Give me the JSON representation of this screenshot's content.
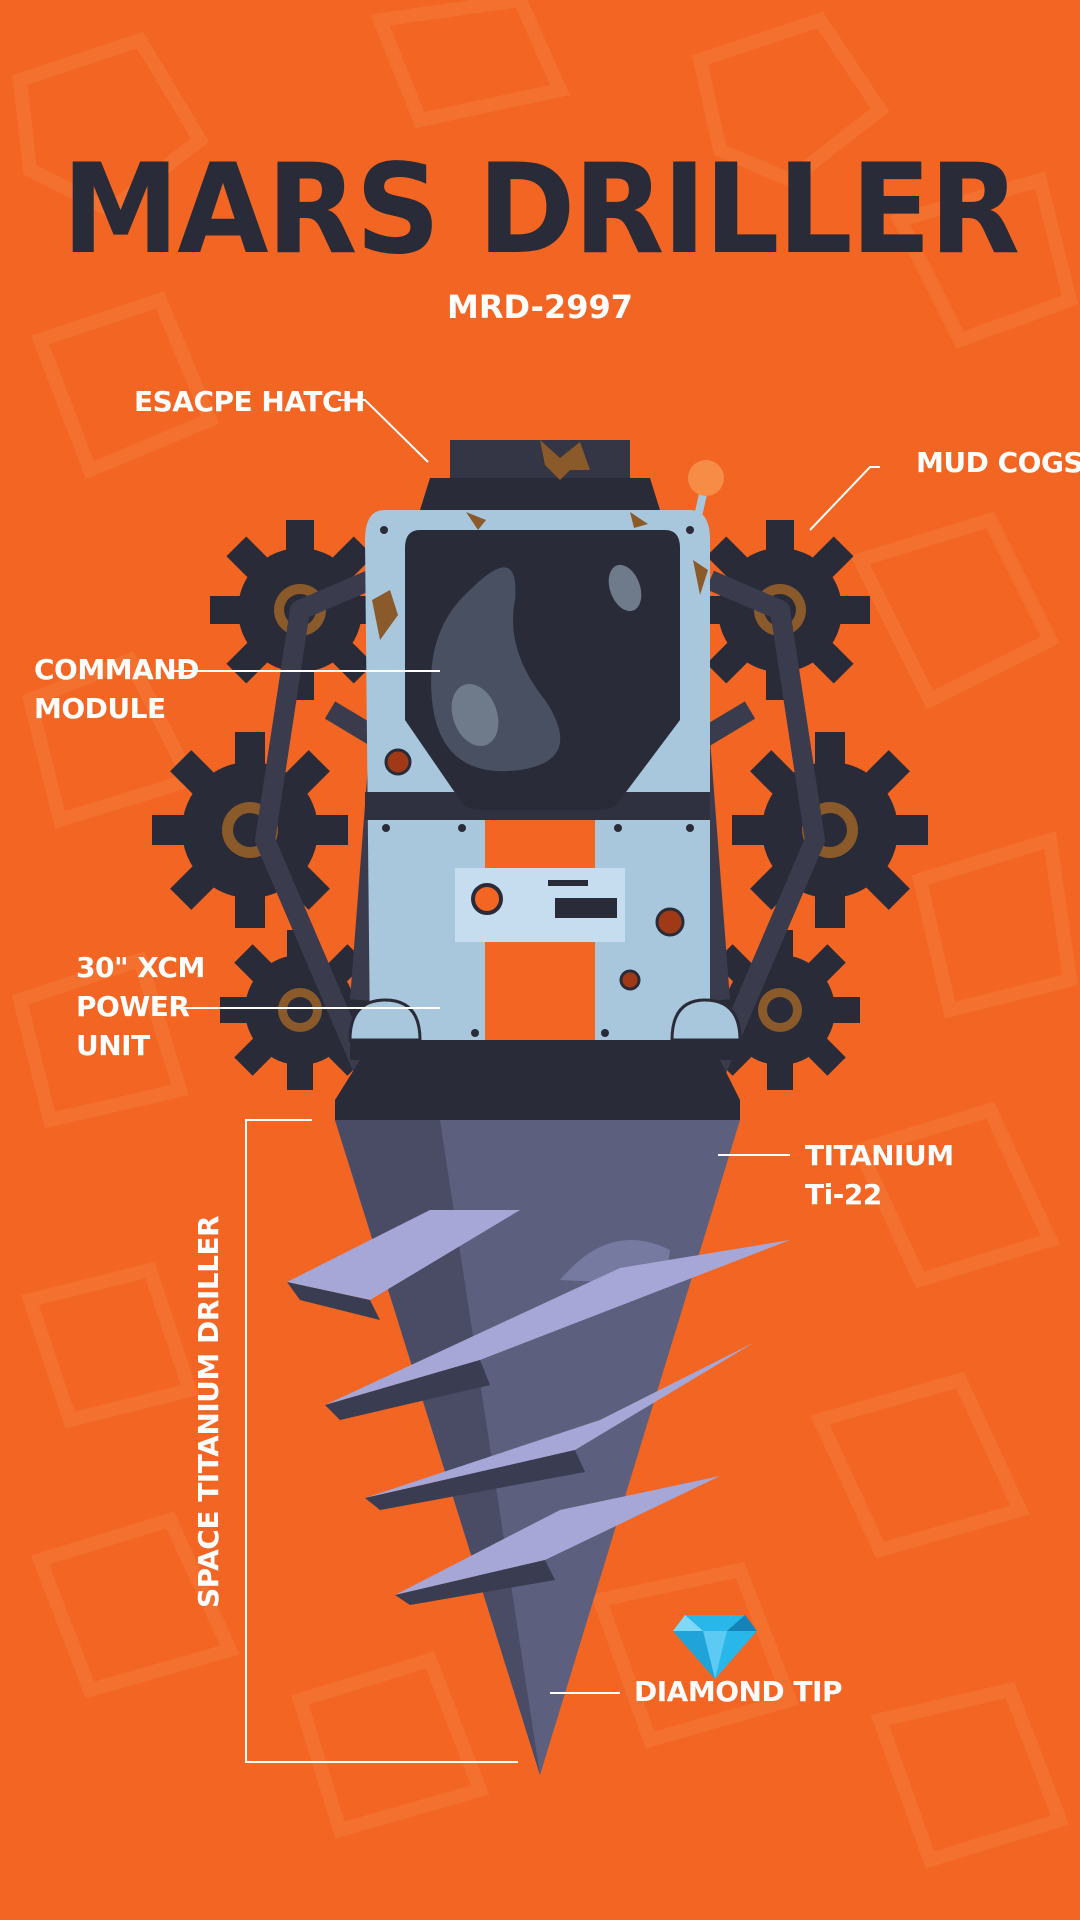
{
  "title": "MARS DRILLER",
  "subtitle": "MRD-2997",
  "labels": {
    "escape_hatch": "ESACPE HATCH",
    "mud_cogs": "MUD COGS",
    "command_module_line1": "COMMAND",
    "command_module_line2": "MODULE",
    "power_unit_line1": "30\" XCM",
    "power_unit_line2": "POWER",
    "power_unit_line3": "UNIT",
    "titanium_line1": "TITANIUM",
    "titanium_line2": "Ti-22",
    "space_titanium_driller": "SPACE TITANIUM DRILLER",
    "diamond_tip": "DIAMOND TIP"
  },
  "icons": [
    "cog-icon",
    "diamond-icon",
    "antenna-icon",
    "window-icon",
    "drill-bit-icon"
  ],
  "colors": {
    "background": "#f26522",
    "dark": "#2a2b38",
    "hull": "#a8c6dc",
    "drill": "#5c5f7e",
    "blade": "#a6a7d6",
    "rust": "#8b5a2b",
    "diamond": "#29b6e8"
  }
}
